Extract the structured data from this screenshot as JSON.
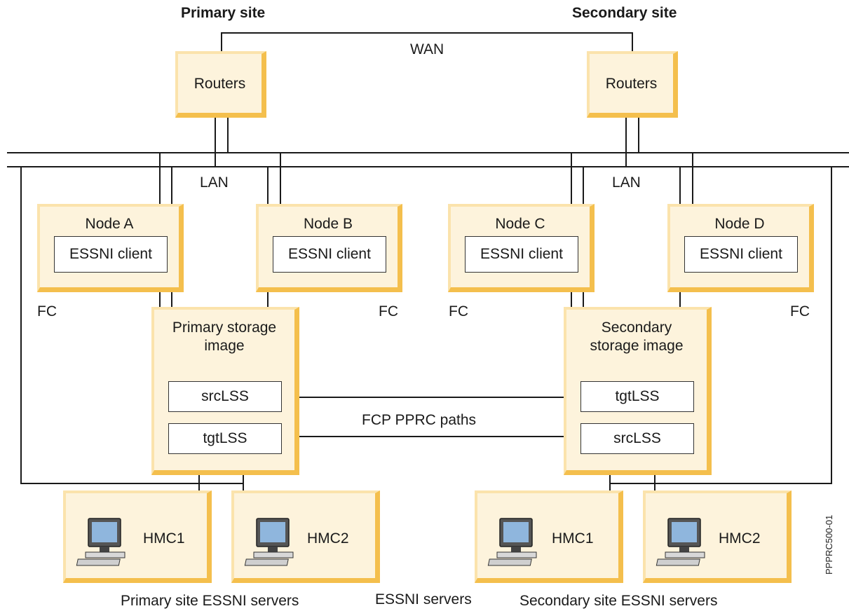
{
  "diagram": {
    "primary_site_label": "Primary site",
    "secondary_site_label": "Secondary site",
    "wan_label": "WAN",
    "lan_labels": [
      "LAN",
      "LAN"
    ],
    "routers": [
      "Routers",
      "Routers"
    ],
    "nodes": [
      {
        "name": "Node A",
        "client": "ESSNI client"
      },
      {
        "name": "Node B",
        "client": "ESSNI client"
      },
      {
        "name": "Node C",
        "client": "ESSNI client"
      },
      {
        "name": "Node D",
        "client": "ESSNI client"
      }
    ],
    "fc_labels": [
      "FC",
      "FC",
      "FC",
      "FC"
    ],
    "primary_storage": {
      "title": "Primary storage image",
      "lss": [
        "srcLSS",
        "tgtLSS"
      ]
    },
    "secondary_storage": {
      "title": "Secondary storage image",
      "lss": [
        "tgtLSS",
        "srcLSS"
      ]
    },
    "pprc_label": "FCP PPRC paths",
    "hmcs": [
      "HMC1",
      "HMC2",
      "HMC1",
      "HMC2"
    ],
    "primary_servers_label": "Primary site ESSNI servers",
    "essni_servers_label": "ESSNI servers",
    "secondary_servers_label": "Secondary site ESSNI servers",
    "figure_id": "PPPRC500-01"
  },
  "colors": {
    "box_fill": "#fdf3dc",
    "box_shadow": "#f4bf4d",
    "box_highlight": "#fbe3ac",
    "monitor_screen": "#8fb6dd"
  },
  "icons": [
    "computer-icon"
  ]
}
